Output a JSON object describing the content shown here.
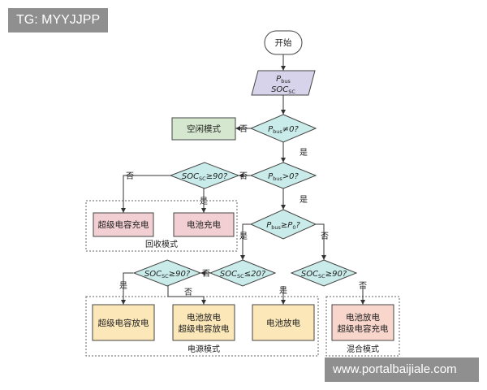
{
  "watermarks": {
    "top_left": "TG: MYYJJPP",
    "bottom_right": "www.portalbaijiale.com"
  },
  "nodes": {
    "start": "开始",
    "idle": "空闲模式",
    "regen_sc": "超级电容充电",
    "regen_bat": "电池充电",
    "src_sc": "超级电容放电",
    "src_both_1": "电池放电",
    "src_both_2": "超级电容放电",
    "src_bat": "电池放电",
    "mix_1": "电池放电",
    "mix_2": "超级电容充电"
  },
  "conditions": {
    "input": {
      "p": "P",
      "p_sub": "bus",
      "soc": "SOC",
      "soc_sub": "SC"
    },
    "d1": {
      "var": "P",
      "sub": "bus",
      "rest": "≠0?"
    },
    "d2": {
      "var": "P",
      "sub": "bus",
      "rest": ">0?"
    },
    "d3": {
      "var": "SOC",
      "sub": "SC",
      "rest": "≥90?"
    },
    "d4": {
      "var": "P",
      "sub": "bus",
      "rest": "≥P",
      "sub2": "0",
      "rest2": "?"
    },
    "d5": {
      "var": "SOC",
      "sub": "SC",
      "rest": "≤20?"
    },
    "d6": {
      "var": "SOC",
      "sub": "SC",
      "rest": "≥90?"
    },
    "d7": {
      "var": "SOC",
      "sub": "SC",
      "rest": "≥90?"
    }
  },
  "edge_labels": {
    "yes": "是",
    "no": "否"
  },
  "groups": {
    "regen": "回收模式",
    "source": "电源模式",
    "mixed": "混合模式"
  },
  "colors": {
    "decision": "#c9ebe9",
    "io": "#d6d3ea",
    "idle": "#d5e8cf",
    "regen": "#f2cfd3",
    "source": "#fbe7b8",
    "mixed": "#f8d6cc",
    "stroke": "#444444"
  }
}
